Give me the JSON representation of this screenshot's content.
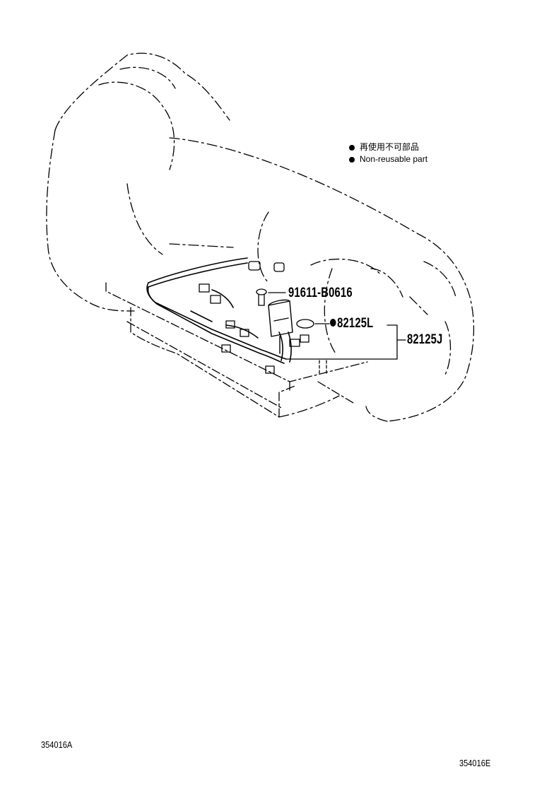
{
  "legend": {
    "items": [
      {
        "marker": "filled-circle-icon",
        "text": "再使用不可部品"
      },
      {
        "marker": "filled-circle-icon",
        "text": "Non-reusable part"
      }
    ]
  },
  "callouts": {
    "bolt": "91611-B0616",
    "gasket": "82125L",
    "harness": "82125J"
  },
  "codes": {
    "left": "354016A",
    "right": "354016E"
  },
  "colors": {
    "ink": "#000000",
    "background": "#ffffff"
  }
}
